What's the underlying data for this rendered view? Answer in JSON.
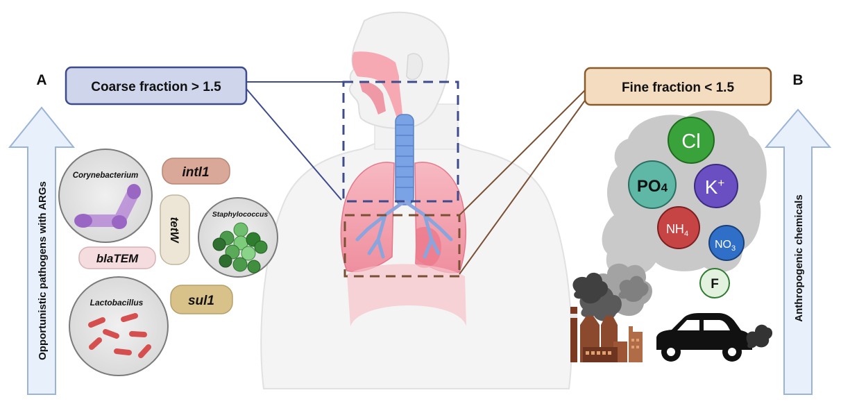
{
  "panels": {
    "a_label": "A",
    "b_label": "B"
  },
  "arrows": {
    "left_text": "Opportunistic pathogens with ARGs",
    "right_text": "Anthropogenic chemicals"
  },
  "fractions": {
    "coarse": "Coarse fraction > 1.5",
    "fine": "Fine fraction < 1.5"
  },
  "pathogens": {
    "corynebacterium": "Corynebacterium",
    "staphylococcus": "Staphylococcus",
    "lactobacillus": "Lactobacillus"
  },
  "genes": {
    "intl1": "intl1",
    "tetw": "tetW",
    "blatem": "blaTEM",
    "sul1": "sul1"
  },
  "chemicals": {
    "cl": "Cl",
    "po4_main": "PO",
    "po4_sub": "4",
    "k_main": "K",
    "k_sup": "+",
    "nh4_main": "NH",
    "nh4_sub": "4",
    "no3_main": "NO",
    "no3_sub": "3",
    "f": "F"
  },
  "colors": {
    "coarse_box_fill": "#cfd5ea",
    "coarse_box_stroke": "#3d4b8c",
    "fine_box_fill": "#f3dcc0",
    "fine_box_stroke": "#8b5a2b",
    "arrow_fill": "#e8f0fb",
    "arrow_stroke": "#9bb3d6",
    "cl_color": "#3aa23a",
    "po4_color": "#5fb7a5",
    "k_color": "#6a4fc2",
    "nh4_color": "#c74444",
    "no3_color": "#2f6fc7",
    "f_color": "#e3f1df"
  }
}
